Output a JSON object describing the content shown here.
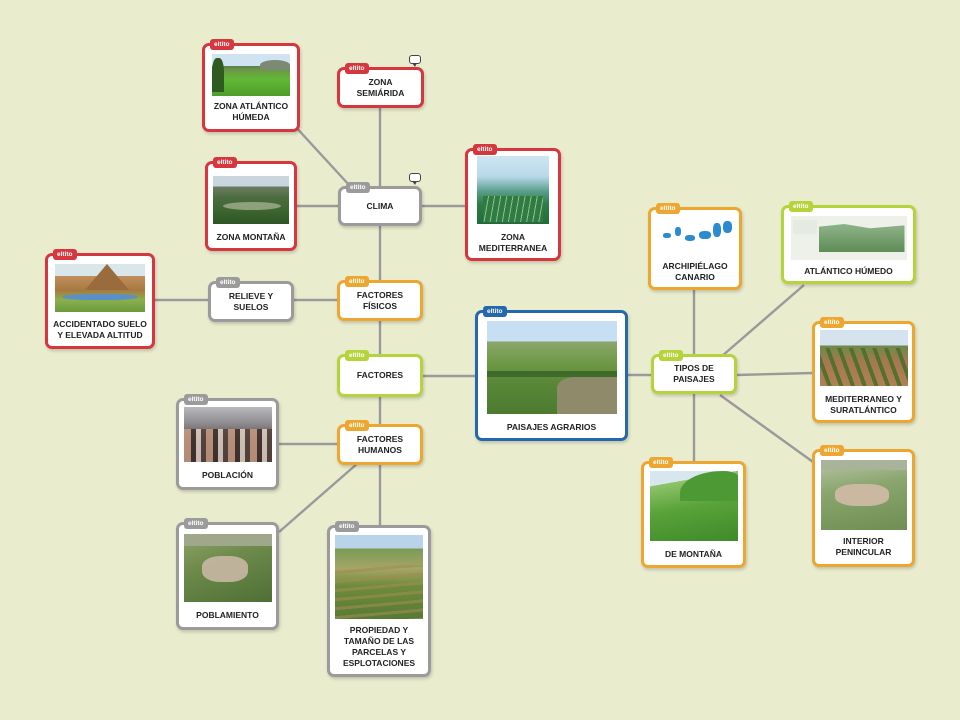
{
  "tag_text": "eltito",
  "nodes": {
    "paisajes_agrarios": "PAISAJES AGRARIOS",
    "factores": "FACTORES",
    "factores_fisicos": "FACTORES\nFÍSICOS",
    "factores_humanos": "FACTORES\nHUMANOS",
    "clima": "CLIMA",
    "zona_semiarida": "ZONA\nSEMIÁRIDA",
    "zona_atlantico": "ZONA ATLÁNTICO\nHÚMEDA",
    "zona_montana": "ZONA MONTAÑA",
    "zona_mediterranea": "ZONA\nMEDITERRANEA",
    "relieve_suelos": "RELIEVE Y\nSUELOS",
    "accidentado": "ACCIDENTADO SUELO\nY ELEVADA ALTITUD",
    "poblacion": "POBLACIÓN",
    "poblamiento": "POBLAMIENTO",
    "propiedad": "PROPIEDAD Y\nTAMAÑO DE LAS\nPARCELAS Y\nESPLOTACIONES",
    "tipos_paisajes": "TIPOS DE\nPAISAJES",
    "archipielago": "ARCHIPIÉLAGO\nCANARIO",
    "atlantico_humedo": "ATLÁNTICO HÚMEDO",
    "mediterraneo": "MEDITERRANEO Y\nSURATLÁNTICO",
    "de_montana": "DE MONTAÑA",
    "interior": "INTERIOR\nPENINCULAR"
  },
  "colors": {
    "background": "#eaecce",
    "red": "#d6363d",
    "orange": "#eda630",
    "green": "#b5d33a",
    "gray": "#9b9b9b",
    "blue": "#2468ad",
    "connector": "#9a9a9a"
  },
  "icons": {
    "comment": "speech-bubble-icon"
  }
}
